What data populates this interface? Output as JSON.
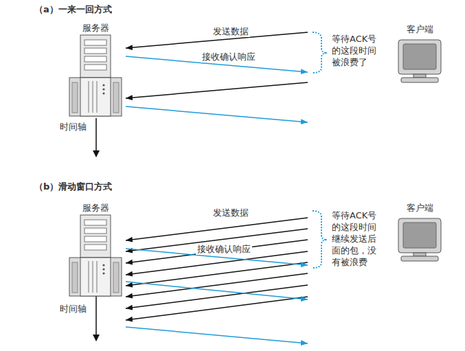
{
  "diagram": {
    "nodes": [
      {
        "text": [
          "服务器"
        ]
      },
      {
        "text": [
          "客户端"
        ]
      },
      {
        "text": [
          "服务器"
        ]
      },
      {
        "text": [
          "客户端"
        ]
      }
    ],
    "edges": [
      {
        "from": 1,
        "to": 0,
        "arrow": "to",
        "label": "发送数据"
      },
      {
        "from": 0,
        "to": 1,
        "arrow": "to",
        "label": "接收确认响应"
      },
      {
        "from": 1,
        "to": 0,
        "arrow": "to"
      },
      {
        "from": 0,
        "to": 1,
        "arrow": "to"
      },
      {
        "from": 3,
        "to": 2,
        "arrow": "to",
        "label": "发送数据"
      },
      {
        "from": 3,
        "to": 2,
        "arrow": "to"
      },
      {
        "from": 3,
        "to": 2,
        "arrow": "to"
      },
      {
        "from": 3,
        "to": 2,
        "arrow": "to"
      },
      {
        "from": 3,
        "to": 2,
        "arrow": "to"
      },
      {
        "from": 3,
        "to": 2,
        "arrow": "to"
      },
      {
        "from": 3,
        "to": 2,
        "arrow": "to"
      },
      {
        "from": 3,
        "to": 2,
        "arrow": "to"
      },
      {
        "from": 2,
        "to": 3,
        "arrow": "to",
        "label": "接收确认响应"
      },
      {
        "from": 2,
        "to": 3,
        "arrow": "to"
      },
      {
        "from": 2,
        "to": 3,
        "arrow": "to"
      }
    ],
    "labels": [
      "（a）一来一回方式",
      "等待ACK号的这段时间被浪费了",
      "时间轴",
      "（b）滑动窗口方式",
      "等待ACK号的这段时间继续发送后面的包，没有被浪费",
      "时间轴"
    ]
  }
}
